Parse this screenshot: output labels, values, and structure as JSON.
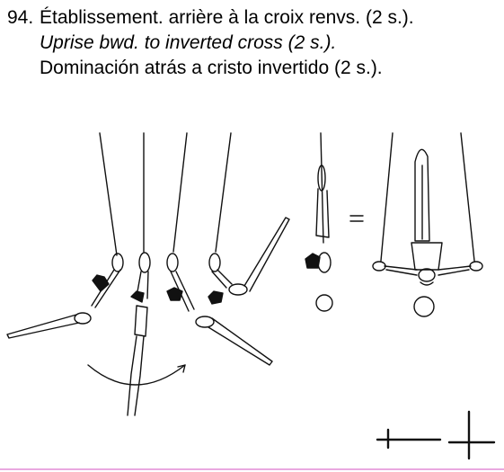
{
  "element": {
    "number": "94.",
    "title_fr": "Établissement. arrière à la croix renvs. (2 s.).",
    "title_en": "Uprise bwd. to inverted cross (2 s.).",
    "title_es": "Dominación atrás a cristo invertido (2 s.)."
  },
  "illustration": {
    "equals_symbol": "=",
    "ink_color": "#111111"
  },
  "colors": {
    "background": "#ffffff",
    "text": "#000000",
    "bottom_rule": "#e9a9e0"
  }
}
